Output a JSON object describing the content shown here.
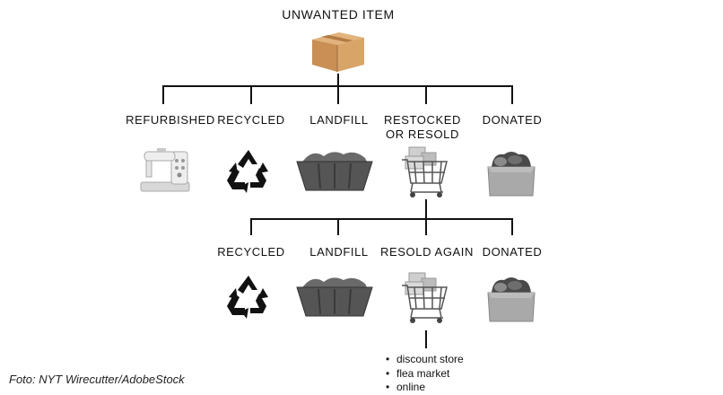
{
  "root": {
    "title": "UNWANTED ITEM",
    "icon": "cardboard-box-icon"
  },
  "level1": [
    {
      "label": "REFURBISHED",
      "icon": "sewing-machine-icon"
    },
    {
      "label": "RECYCLED",
      "icon": "recycle-icon"
    },
    {
      "label": "LANDFILL",
      "icon": "dumpster-icon"
    },
    {
      "label": "RESTOCKED OR RESOLD",
      "icon": "shopping-cart-icon"
    },
    {
      "label": "DONATED",
      "icon": "donation-box-icon"
    }
  ],
  "level2": [
    {
      "label": "RECYCLED",
      "icon": "recycle-icon"
    },
    {
      "label": "LANDFILL",
      "icon": "dumpster-icon"
    },
    {
      "label": "RESOLD AGAIN",
      "icon": "shopping-cart-icon"
    },
    {
      "label": "DONATED",
      "icon": "donation-box-icon"
    }
  ],
  "resold_options": [
    "discount store",
    "flea market",
    "online"
  ],
  "credit": "Foto: NYT Wirecutter/AdobeStock"
}
